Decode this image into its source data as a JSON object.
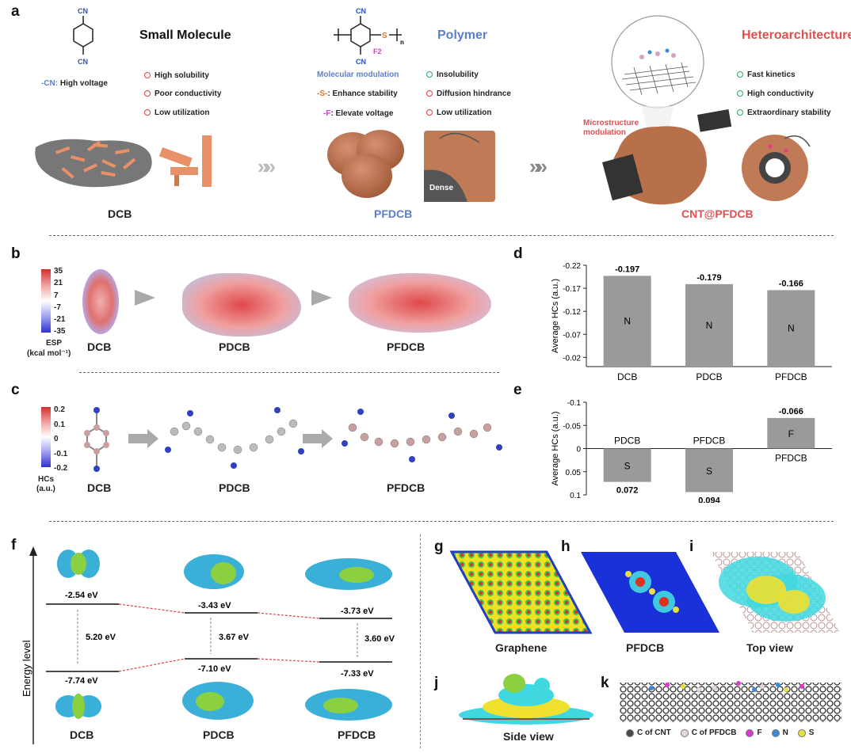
{
  "panel_a": {
    "label": "a",
    "dcb": {
      "header": "Small Molecule",
      "cn_note": "-CN:",
      "cn_note_rest": "High voltage",
      "struct_cn_top": "CN",
      "struct_cn_bottom": "CN",
      "bullets": [
        "High solubility",
        "Poor conductivity",
        "Low utilization"
      ],
      "caption": "DCB"
    },
    "pfdcb": {
      "header": "Polymer",
      "modulation": "Molecular modulation",
      "mods": [
        {
          "tag": "-S-",
          "text": ": Enhance stability",
          "color": "#e0782a"
        },
        {
          "tag": "-F",
          "text": ": Elevate voltage",
          "color": "#d63ac0"
        }
      ],
      "bullets_good": [
        "Insolubility"
      ],
      "bullets_bad": [
        "Diffusion hindrance",
        "Low utilization"
      ],
      "struct_cn_top": "CN",
      "struct_cn_bottom": "CN",
      "struct_f": "F2",
      "struct_s": "S",
      "struct_n": "n",
      "dense": "Dense",
      "caption": "PFDCB"
    },
    "cnt": {
      "header": "Heteroarchitecture",
      "microstructure": "Microstructure modulation",
      "bullets": [
        "Fast kinetics",
        "High conductivity",
        "Extraordinary stability"
      ],
      "caption": "CNT@PFDCB"
    }
  },
  "panel_b": {
    "label": "b",
    "scale_ticks": [
      "35",
      "21",
      "7",
      "-7",
      "-21",
      "-35"
    ],
    "scale_title": "ESP",
    "scale_unit": "(kcal mol⁻¹)",
    "molecules": [
      "DCB",
      "PDCB",
      "PFDCB"
    ]
  },
  "panel_c": {
    "label": "c",
    "scale_ticks": [
      "0.2",
      "0.1",
      "0",
      "-0.1",
      "-0.2"
    ],
    "scale_title": "HCs",
    "scale_unit": "(a.u.)",
    "molecules": [
      "DCB",
      "PDCB",
      "PFDCB"
    ]
  },
  "panel_d": {
    "label": "d",
    "chart_data": {
      "type": "bar",
      "categories": [
        "DCB",
        "PDCB",
        "PFDCB"
      ],
      "values": [
        -0.197,
        -0.179,
        -0.166
      ],
      "value_labels": [
        "-0.197",
        "-0.179",
        "-0.166"
      ],
      "bar_labels": [
        "N",
        "N",
        "N"
      ],
      "ylabel": "Average HCs (a.u.)",
      "yticks": [
        "-0.22",
        "-0.17",
        "-0.12",
        "-0.07",
        "-0.02"
      ],
      "ylim": [
        -0.22,
        0
      ],
      "inverted_axis": true
    }
  },
  "panel_e": {
    "label": "e",
    "chart_data": {
      "type": "bar",
      "categories": [
        "PDCB",
        "PFDCB",
        "PFDCB"
      ],
      "values": [
        0.072,
        0.094,
        -0.066
      ],
      "value_labels": [
        "0.072",
        "0.094",
        "-0.066"
      ],
      "bar_labels": [
        "S",
        "S",
        "F"
      ],
      "ylabel": "Average HCs (a.u.)",
      "yticks": [
        "-0.1",
        "-0.05",
        "0",
        "0.05",
        "0.1"
      ],
      "ylim": [
        -0.1,
        0.1
      ],
      "inverted_axis": true
    }
  },
  "panel_f": {
    "label": "f",
    "ylabel": "Energy level",
    "molecules": [
      {
        "name": "DCB",
        "lumo": "-2.54 eV",
        "homo": "-7.74 eV",
        "gap": "5.20 eV"
      },
      {
        "name": "PDCB",
        "lumo": "-3.43 eV",
        "homo": "-7.10 eV",
        "gap": "3.67 eV"
      },
      {
        "name": "PFDCB",
        "lumo": "-3.73 eV",
        "homo": "-7.33 eV",
        "gap": "3.60 eV"
      }
    ]
  },
  "panel_g": {
    "label": "g",
    "caption": "Graphene"
  },
  "panel_h": {
    "label": "h",
    "caption": "PFDCB"
  },
  "panel_i": {
    "label": "i",
    "caption": "Top view"
  },
  "panel_j": {
    "label": "j",
    "caption": "Side view"
  },
  "panel_k": {
    "label": "k",
    "legend": [
      {
        "label": "C of CNT",
        "color": "#4a4a4a"
      },
      {
        "label": "C of PFDCB",
        "color": "#e8d8d8"
      },
      {
        "label": "F",
        "color": "#d83ad0"
      },
      {
        "label": "N",
        "color": "#3a8ad8"
      },
      {
        "label": "S",
        "color": "#e8e040"
      }
    ]
  },
  "colors": {
    "dcb_red": "#e04848",
    "polymer_blue": "#5a7fd0",
    "hetero_red": "#e05050",
    "good_green": "#2fa86a",
    "bar_gray": "#9a9a9a"
  }
}
